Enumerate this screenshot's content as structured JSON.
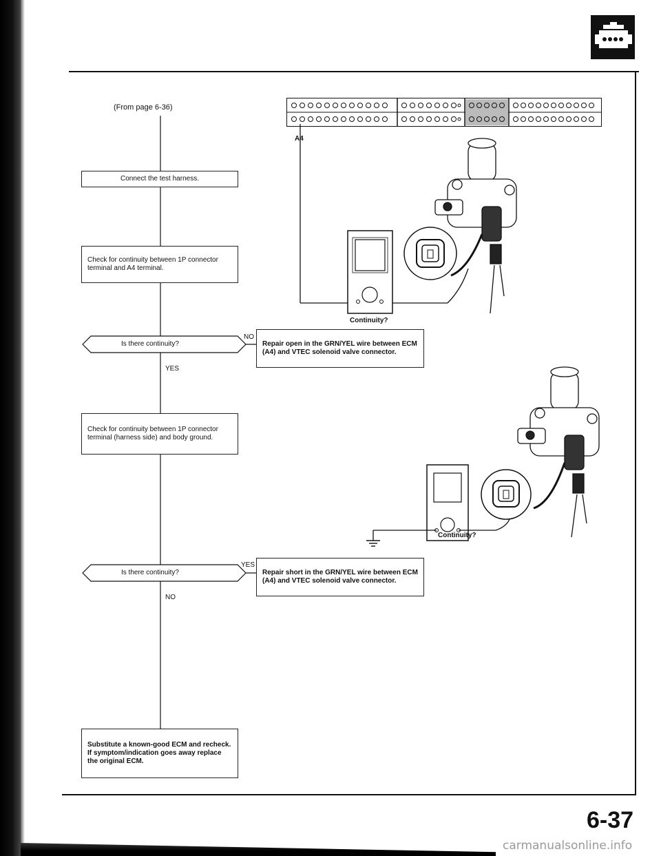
{
  "page": {
    "from_ref": "(From page 6-36)",
    "page_number": "6-37",
    "watermark": "carmanualsonline.info"
  },
  "connector": {
    "pin_label": "A4"
  },
  "flow": {
    "step1": "Connect the test harness.",
    "step2": "Check for continuity between 1P connector terminal and A4 terminal.",
    "decision1": "Is there continuity?",
    "decision1_no_label": "NO",
    "decision1_no_action": "Repair open in the GRN/YEL wire between ECM (A4) and VTEC solenoid valve connector.",
    "decision1_yes_label": "YES",
    "step3": "Check for continuity between 1P connector terminal (harness side) and body ground.",
    "decision2": "Is there continuity?",
    "decision2_yes_label": "YES",
    "decision2_yes_action": "Repair short in the GRN/YEL wire between ECM (A4) and VTEC solenoid valve connector.",
    "decision2_no_label": "NO",
    "final_action": "Substitute a known-good ECM and recheck. If symptom/indication goes away replace the original ECM."
  },
  "illustrations": {
    "continuity_top": "Continuity?",
    "continuity_bottom": "Continuity?"
  }
}
